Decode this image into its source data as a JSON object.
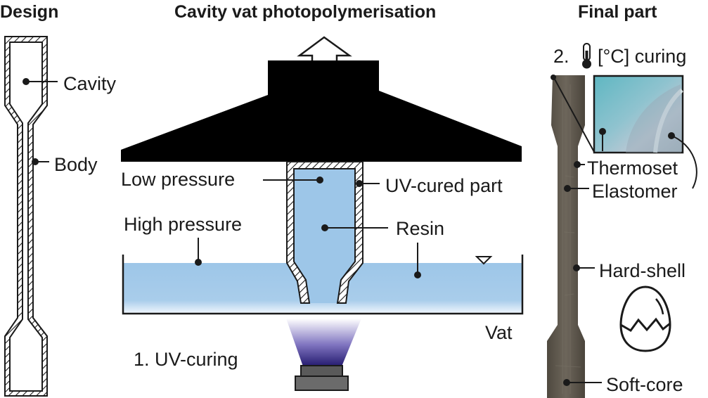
{
  "titles": {
    "design": "Design",
    "process": "Cavity vat photopolymerisation",
    "final": "Final part"
  },
  "design_labels": {
    "cavity": "Cavity",
    "body": "Body"
  },
  "process_labels": {
    "low_pressure": "Low pressure",
    "uv_cured_part": "UV-cured part",
    "high_pressure": "High pressure",
    "resin": "Resin",
    "vat": "Vat",
    "uv_curing": "1. UV-curing"
  },
  "final_labels": {
    "curing_step": "2.",
    "curing_text": "[°C] curing",
    "thermoset": "Thermoset",
    "elastomer": "Elastomer",
    "hard_shell": "Hard-shell",
    "soft_core": "Soft-core"
  },
  "colors": {
    "resin": "#9dc6e8",
    "platform": "#000000",
    "part_photo": "#5e574d",
    "inset_cyan": "#6fb8c6",
    "uv_glow": "#3c2f86"
  },
  "icons": [
    "upward-arrow-icon",
    "thermometer-icon",
    "cracked-egg-icon",
    "level-triangle-icon",
    "uv-light-source-icon"
  ]
}
